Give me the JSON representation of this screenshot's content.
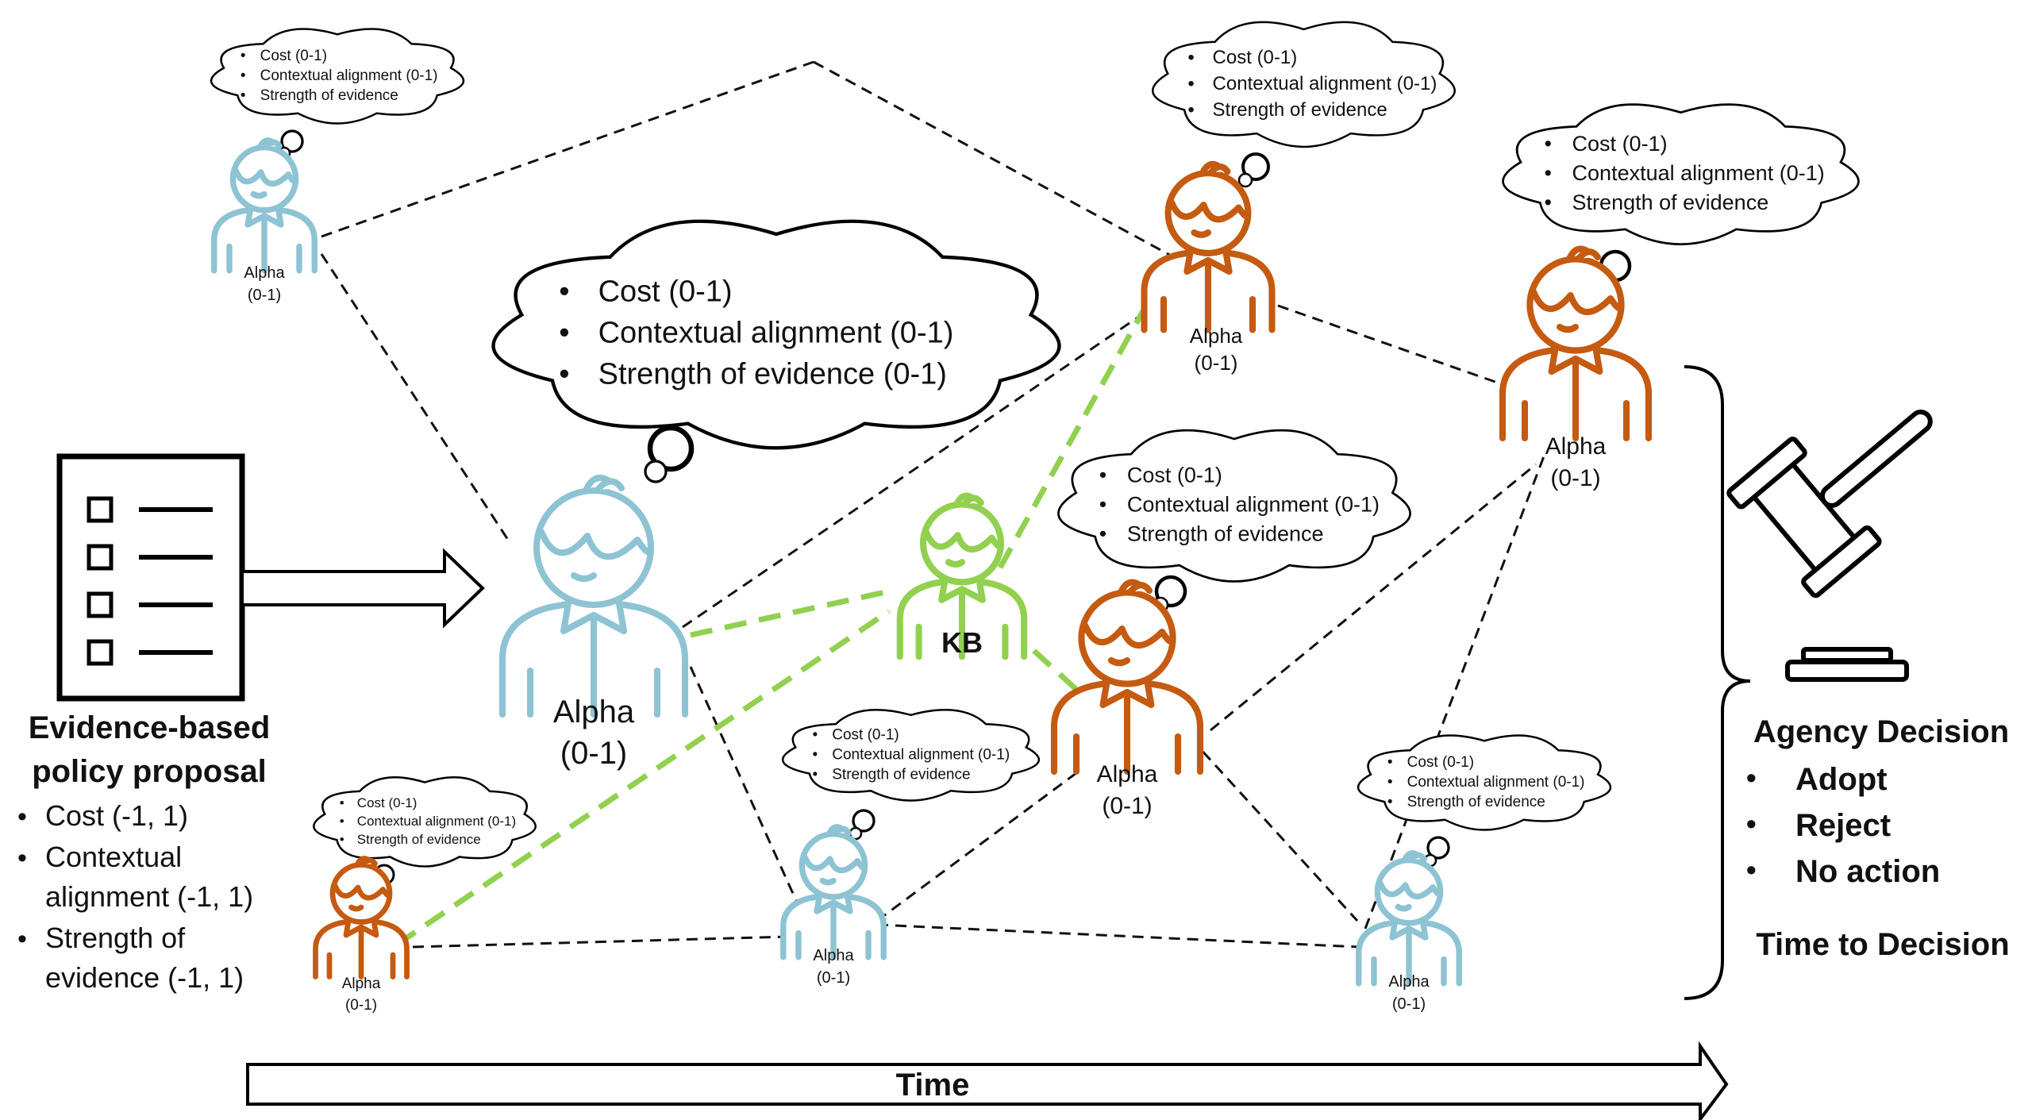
{
  "colors": {
    "blue": "#8ec3d4",
    "orange": "#c55a11",
    "green": "#92d050",
    "kb_text": "#70ad47",
    "line": "#111111"
  },
  "proposal": {
    "icon": "checklist-document-icon",
    "title_line1": "Evidence-based",
    "title_line2": "policy proposal",
    "bullets": [
      "Cost (-1, 1)",
      "Contextual",
      "alignment (-1, 1)",
      "Strength of",
      "evidence (-1, 1)"
    ]
  },
  "agents": [
    {
      "id": "main",
      "color": "blue",
      "name": "Alpha",
      "range": "(0-1)",
      "thought": [
        "Cost (0-1)",
        "Contextual alignment (0-1)",
        "Strength of evidence (0-1)"
      ]
    },
    {
      "id": "top-left",
      "color": "blue",
      "name": "Alpha",
      "range": "(0-1)",
      "thought": [
        "Cost (0-1)",
        "Contextual alignment (0-1)",
        "Strength of evidence"
      ]
    },
    {
      "id": "top-mid",
      "color": "orange",
      "name": "Alpha",
      "range": "(0-1)",
      "thought": [
        "Cost (0-1)",
        "Contextual alignment (0-1)",
        "Strength of evidence"
      ]
    },
    {
      "id": "top-right",
      "color": "orange",
      "name": "Alpha",
      "range": "(0-1)",
      "thought": [
        "Cost (0-1)",
        "Contextual alignment (0-1)",
        "Strength of evidence"
      ]
    },
    {
      "id": "mid-right",
      "color": "orange",
      "name": "Alpha",
      "range": "(0-1)",
      "thought": [
        "Cost (0-1)",
        "Contextual alignment (0-1)",
        "Strength of evidence"
      ]
    },
    {
      "id": "bottom-left",
      "color": "orange",
      "name": "Alpha",
      "range": "(0-1)",
      "thought": [
        "Cost (0-1)",
        "Contextual alignment (0-1)",
        "Strength of evidence"
      ]
    },
    {
      "id": "bottom-mid",
      "color": "blue",
      "name": "Alpha",
      "range": "(0-1)",
      "thought": [
        "Cost (0-1)",
        "Contextual alignment (0-1)",
        "Strength of evidence"
      ]
    },
    {
      "id": "bottom-right",
      "color": "blue",
      "name": "Alpha",
      "range": "(0-1)",
      "thought": [
        "Cost (0-1)",
        "Contextual alignment (0-1)",
        "Strength of evidence"
      ]
    },
    {
      "id": "kb",
      "color": "green",
      "name": "KB",
      "range": "",
      "thought": []
    }
  ],
  "decision": {
    "icon": "gavel-icon",
    "title": "Agency Decision",
    "options": [
      "Adopt",
      "Reject",
      "No action"
    ],
    "time_label": "Time to Decision"
  },
  "time_axis": {
    "label": "Time"
  }
}
